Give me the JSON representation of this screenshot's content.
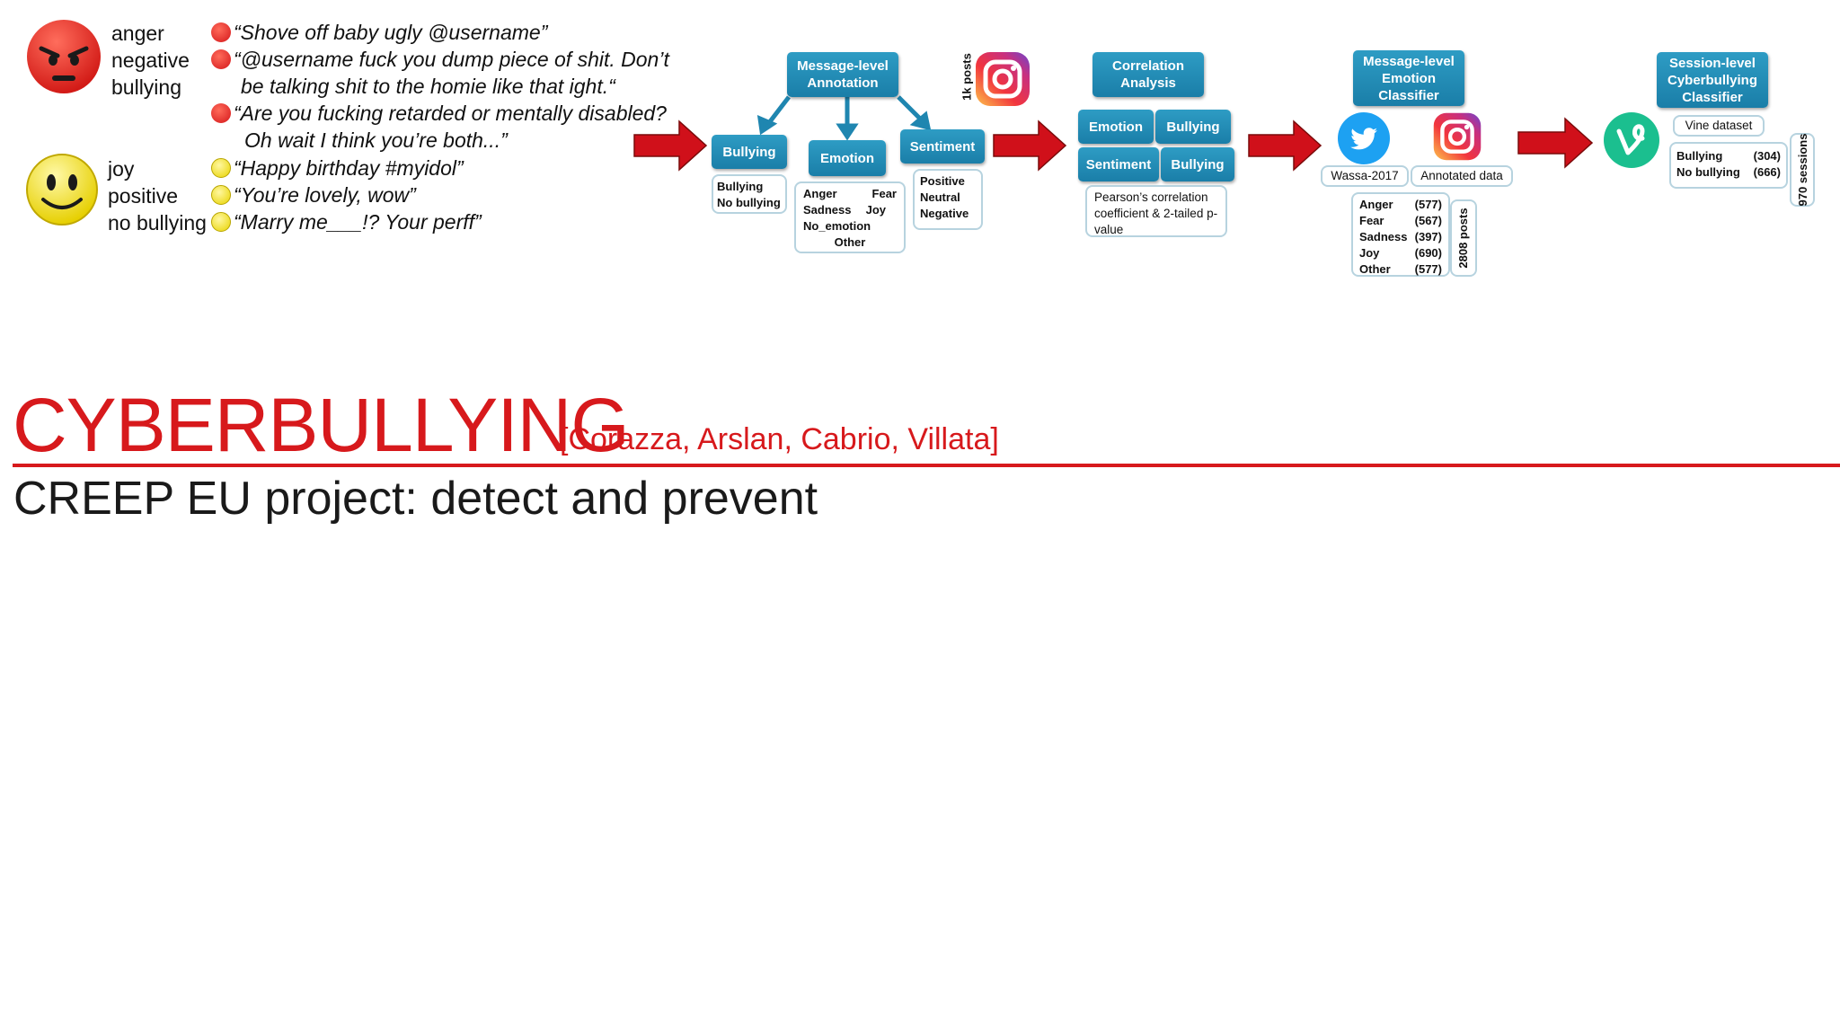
{
  "examples": {
    "negative": {
      "labels": [
        "anger",
        "negative",
        "bullying"
      ],
      "quotes": [
        "“Shove off baby ugly @username”",
        "“@username fuck you dump piece of shit. Don’t",
        "be talking shit to the homie like that ight.“",
        "“Are you fucking retarded or mentally disabled?",
        "Oh wait I think you’re both...”"
      ]
    },
    "positive": {
      "labels": [
        "joy",
        "positive",
        "no bullying"
      ],
      "quotes": [
        "“Happy birthday #myidol”",
        "“You’re lovely, wow”",
        "“Marry me___!? Your perff”"
      ]
    }
  },
  "diagram": {
    "annotation": {
      "title": "Message-level Annotation",
      "posts_label": "1k posts",
      "bullying": {
        "header": "Bullying",
        "items": [
          "Bullying",
          "No bullying"
        ]
      },
      "emotion": {
        "header": "Emotion",
        "items": [
          "Anger",
          "Fear",
          "Sadness",
          "Joy",
          "No_emotion",
          "Other"
        ]
      },
      "sentiment": {
        "header": "Sentiment",
        "items": [
          "Positive",
          "Neutral",
          "Negative"
        ]
      }
    },
    "correlation": {
      "title": "Correlation Analysis",
      "row1": [
        "Emotion",
        "Bullying"
      ],
      "row2": [
        "Sentiment",
        "Bullying"
      ],
      "note": "Pearson’s correlation coefficient & 2-tailed p-value"
    },
    "emotion_classifier": {
      "title": "Message-level Emotion Classifier",
      "datasets": [
        "Wassa-2017",
        "Annotated data"
      ],
      "counts": [
        {
          "label": "Anger",
          "value": "(577)"
        },
        {
          "label": "Fear",
          "value": "(567)"
        },
        {
          "label": "Sadness",
          "value": "(397)"
        },
        {
          "label": "Joy",
          "value": "(690)"
        },
        {
          "label": "Other",
          "value": "(577)"
        }
      ],
      "posts_label": "2808 posts"
    },
    "session_classifier": {
      "title": "Session-level Cyberbullying Classifier",
      "dataset": "Vine dataset",
      "counts": [
        {
          "label": "Bullying",
          "value": "(304)"
        },
        {
          "label": "No bullying",
          "value": "(666)"
        }
      ],
      "sessions_label": "970 sessions"
    }
  },
  "heading": {
    "title": "CYBERBULLYING",
    "citation": "[Corazza, Arslan, Cabrio, Villata]",
    "subtitle": "CREEP EU project: detect and prevent"
  },
  "colors": {
    "accent_red": "#d7191c",
    "box_blue": "#1f86b0",
    "arrow_red": "#d0101a"
  }
}
